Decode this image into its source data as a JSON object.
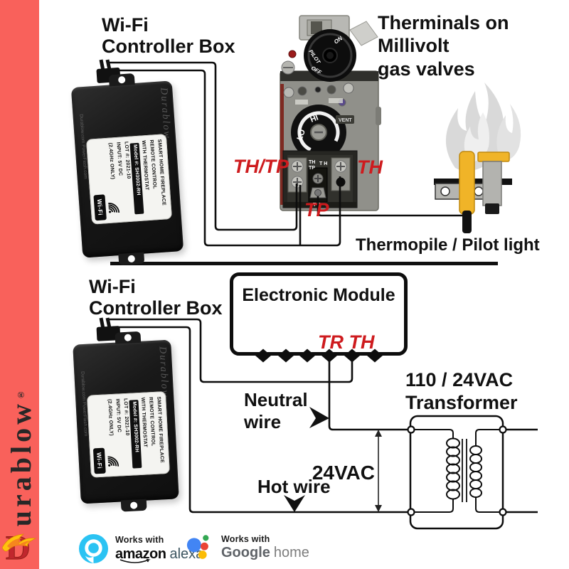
{
  "sidebar": {
    "brand_word": "urablow",
    "reg": "®"
  },
  "titles": {
    "controller_top": [
      "Wi-Fi",
      "Controller Box"
    ],
    "controller_bottom": [
      "Wi-Fi",
      "Controller Box"
    ],
    "valve": [
      "Therminals on",
      "Millivolt",
      "gas valves"
    ],
    "thermopile_caption": "Thermopile / Pilot light",
    "module": "Electronic Module",
    "transformer": [
      "110 / 24VAC",
      "Transformer"
    ]
  },
  "wire_labels": {
    "neutral": [
      "Neutral",
      "wire"
    ],
    "hot": "Hot wire",
    "vac": "24VAC",
    "tr": "TR",
    "th": "TH"
  },
  "valve_labels": {
    "th_tp": "TH/TP",
    "th": "TH",
    "tp": "TP",
    "print_th": "TH",
    "print_tp": "TP",
    "print_th2": "T H",
    "print_tp2": "T P",
    "knob_on": "ON",
    "knob_pilot": "PILOT",
    "knob_off": "OFF",
    "dial_hi": "HI",
    "dial_lo": "LO",
    "vent": "VENT"
  },
  "device_label": {
    "l1": "SMART HOME FIREPLACE",
    "l2": "REMOTE CONTROL",
    "l3": "WITH THERMOSTAT",
    "model": "Model #: SH3002-RH",
    "lot": "LOT #: 2021-10",
    "input": "INPUT: 5V DC",
    "band": "(2.4GHz ONLY)",
    "wifi": "Wi-Fi",
    "embossed": "Durablow",
    "site1": "Durablow.com",
    "site2": "PowerFlash.com"
  },
  "badges": {
    "alexa_works": "Works with",
    "alexa_brand": "amazon",
    "alexa_light": "alexa",
    "google_works": "Works with",
    "google_brand": "Google",
    "google_light": "home"
  },
  "colors": {
    "accent_red": "#ce1b1e",
    "sidebar_salmon": "#f9615b",
    "thermopile_yellow": "#f0b428",
    "alexa_blue": "#2bc3f3",
    "google_blue": "#4285f4",
    "google_red": "#ea4335",
    "google_yellow": "#fbbc05",
    "google_green": "#34a853"
  }
}
